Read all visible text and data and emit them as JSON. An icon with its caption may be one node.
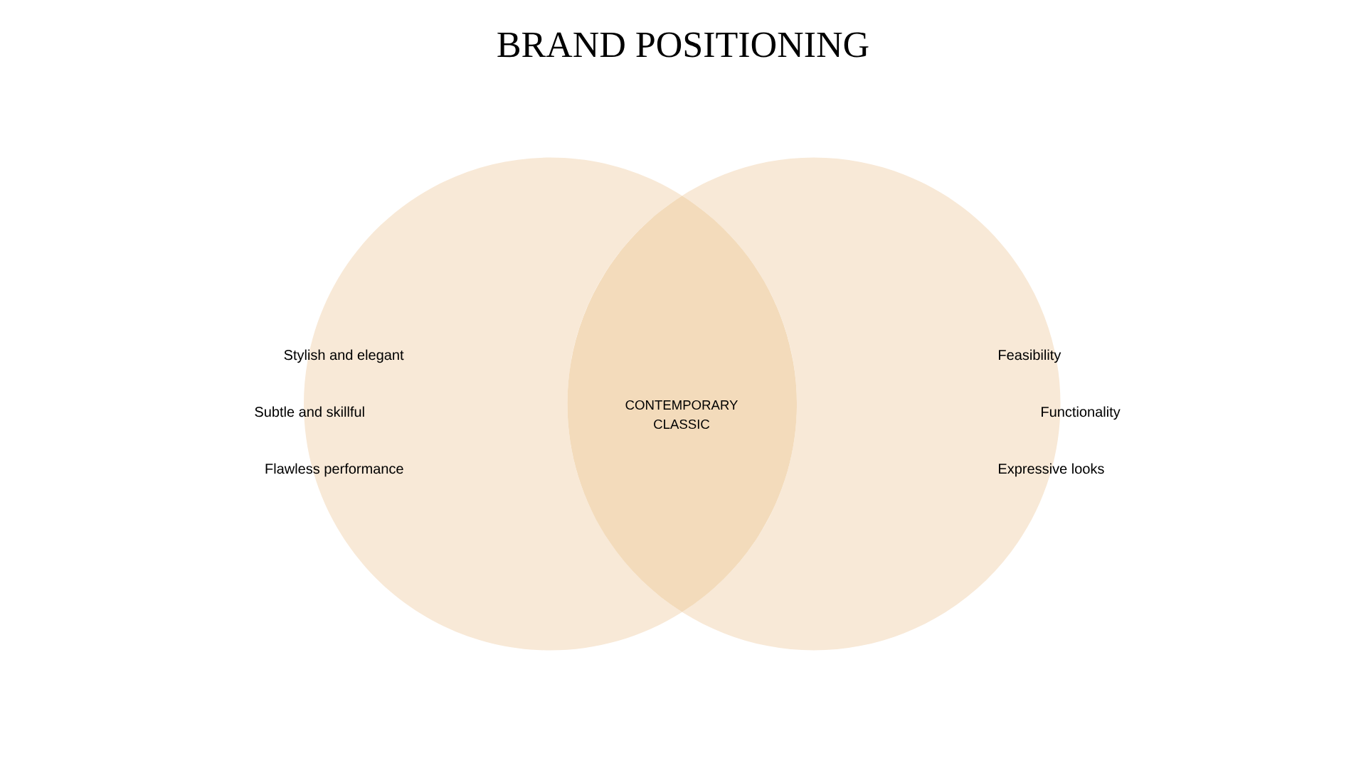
{
  "diagram": {
    "title": "BRAND POSITIONING",
    "nodes": [
      {
        "text": [
          "Stylish and elegant",
          "Subtle and skillful",
          "Flawless performance"
        ]
      },
      {
        "text": [
          "Feasibility",
          "Functionality",
          "Expressive looks"
        ]
      },
      {
        "text": [
          "CONTEMPORARY CLASSIC"
        ]
      }
    ]
  }
}
